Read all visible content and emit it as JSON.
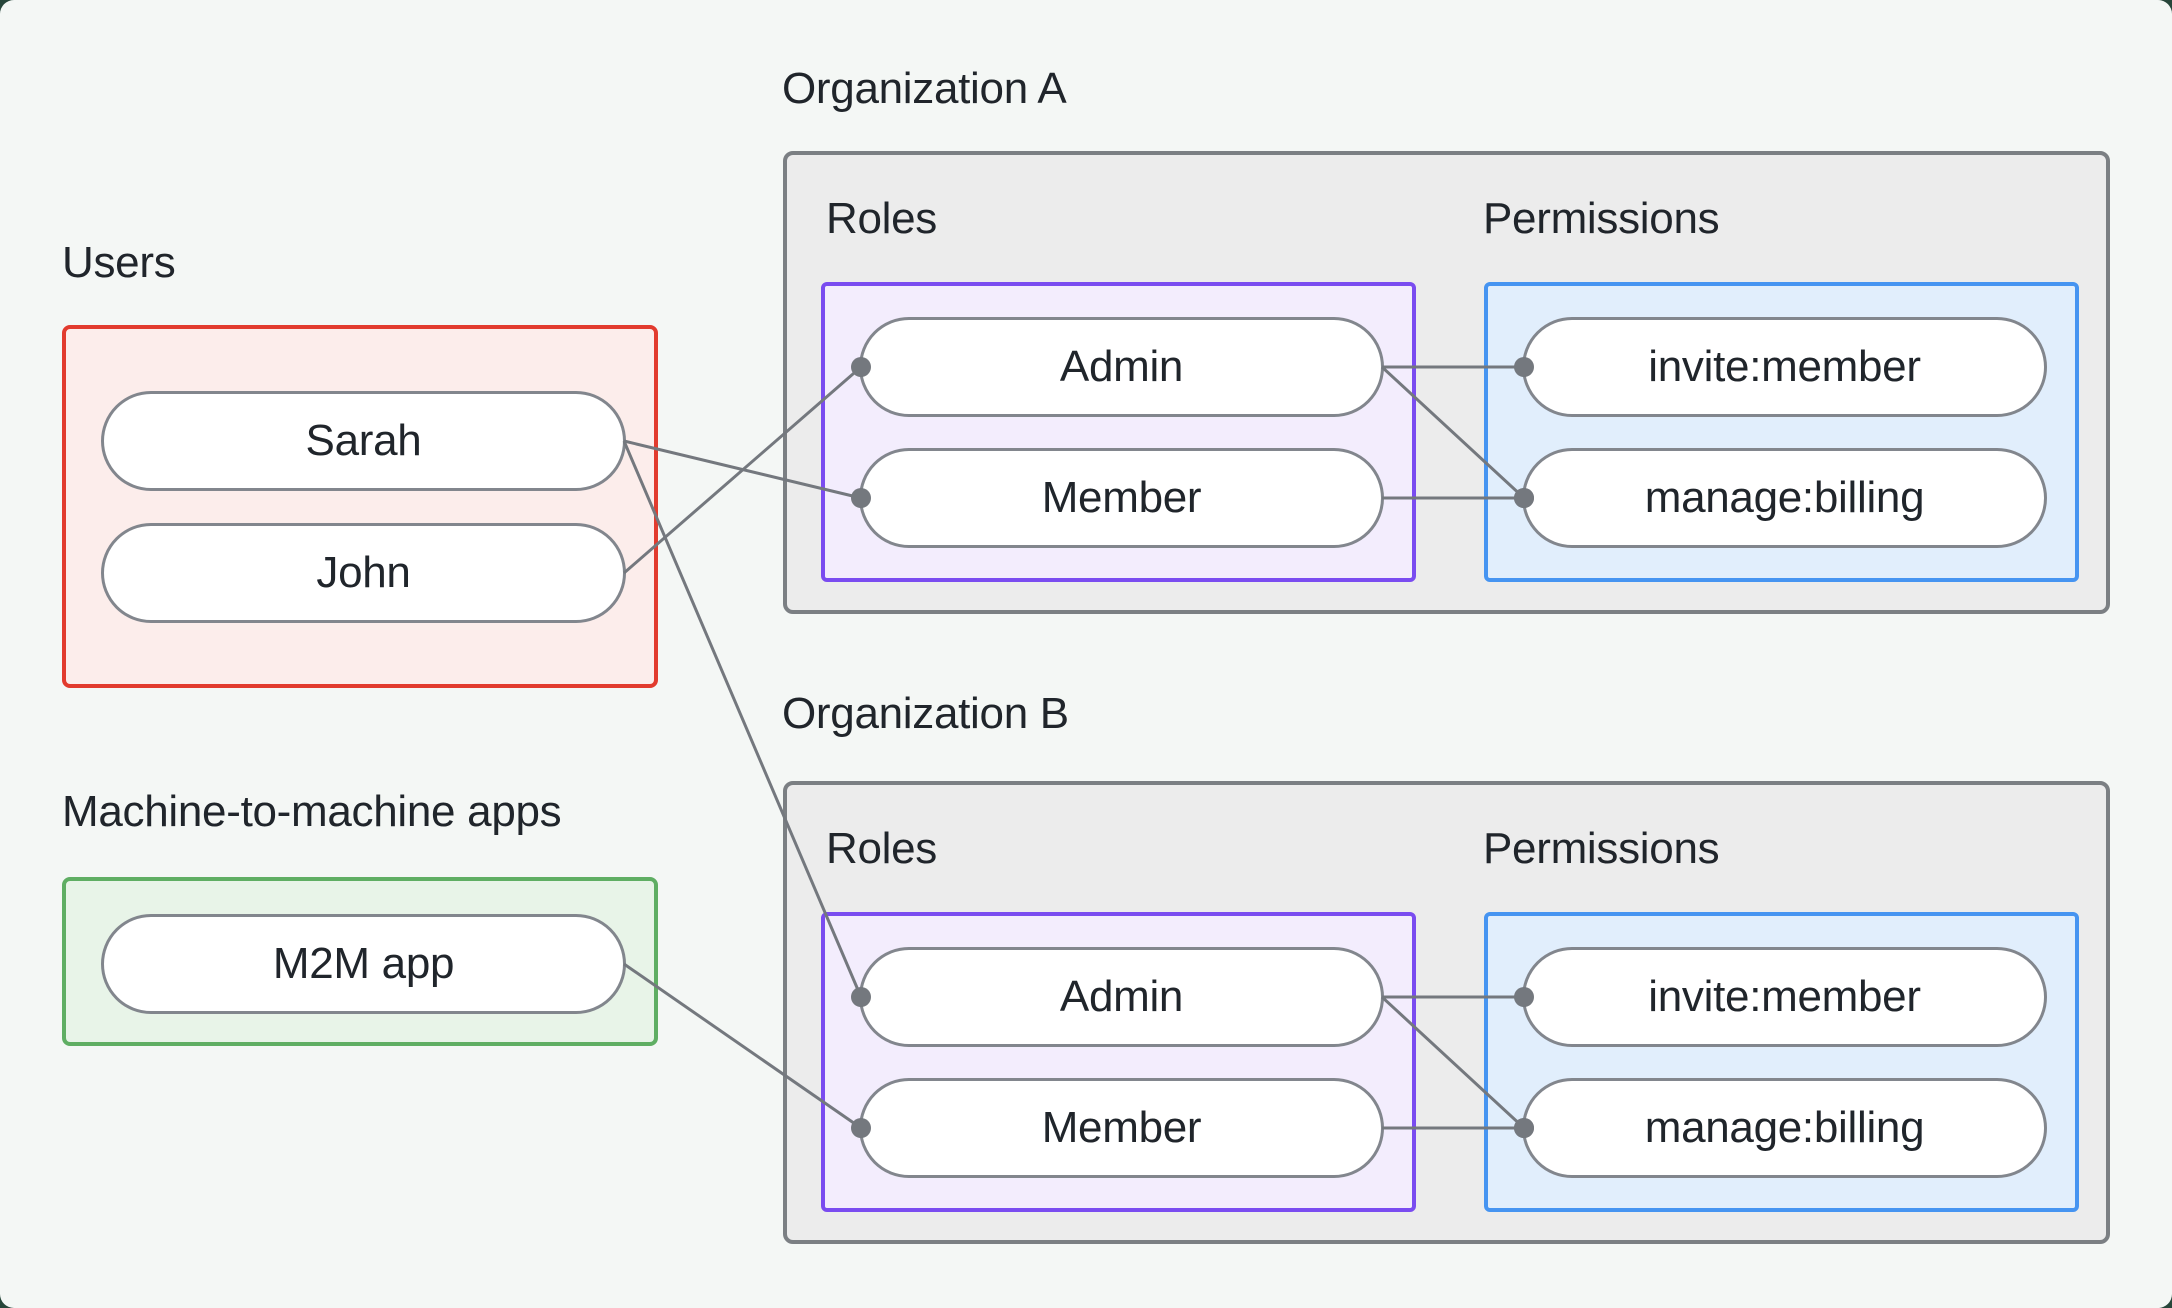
{
  "diagram": {
    "background": "#f4f7f5",
    "left_column": {
      "users_group": {
        "label": "Users",
        "items": [
          {
            "label": "Sarah"
          },
          {
            "label": "John"
          }
        ],
        "border_color": "#e23b2e",
        "fill_color": "#fcedeb"
      },
      "m2m_group": {
        "label": "Machine-to-machine apps",
        "items": [
          {
            "label": "M2M app"
          }
        ],
        "border_color": "#5fae63",
        "fill_color": "#e8f4e8"
      }
    },
    "organizations": [
      {
        "title": "Organization A",
        "roles_label": "Roles",
        "permissions_label": "Permissions",
        "roles": [
          {
            "label": "Admin"
          },
          {
            "label": "Member"
          }
        ],
        "permissions": [
          {
            "label": "invite:member"
          },
          {
            "label": "manage:billing"
          }
        ],
        "roles_border_color": "#7a4cf0",
        "permissions_border_color": "#4694f1"
      },
      {
        "title": "Organization B",
        "roles_label": "Roles",
        "permissions_label": "Permissions",
        "roles": [
          {
            "label": "Admin"
          },
          {
            "label": "Member"
          }
        ],
        "permissions": [
          {
            "label": "invite:member"
          },
          {
            "label": "manage:billing"
          }
        ],
        "roles_border_color": "#7a4cf0",
        "permissions_border_color": "#4694f1"
      }
    ],
    "connections": [
      {
        "from": "pill-sarah",
        "to": "pill-a-member"
      },
      {
        "from": "pill-john",
        "to": "pill-a-admin"
      },
      {
        "from": "pill-sarah",
        "to": "pill-b-admin"
      },
      {
        "from": "pill-m2m",
        "to": "pill-b-member"
      },
      {
        "from": "pill-a-admin",
        "to": "pill-a-invite"
      },
      {
        "from": "pill-a-admin",
        "to": "pill-a-manage"
      },
      {
        "from": "pill-a-member",
        "to": "pill-a-manage"
      },
      {
        "from": "pill-b-admin",
        "to": "pill-b-invite"
      },
      {
        "from": "pill-b-admin",
        "to": "pill-b-manage"
      },
      {
        "from": "pill-b-member",
        "to": "pill-b-manage"
      }
    ],
    "wire_color": "#74787e"
  }
}
